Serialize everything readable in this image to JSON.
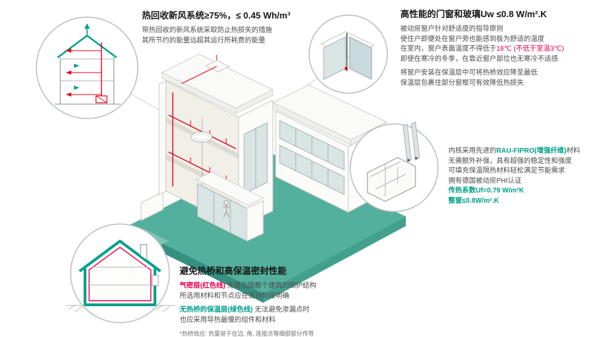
{
  "colors": {
    "green": "#00a08b",
    "red_text": "#e50051",
    "red_pipe": "#e2001a",
    "teal_top": "#53b09c",
    "teal_sideL": "#359080",
    "teal_sideR": "#41a18d"
  },
  "blocks": {
    "ventilation": {
      "title": "热回收新风系统≥75%，≤ 0.45 Wh/m³",
      "lines": [
        "带热回收的新风系统采取防止热损失的措施",
        "其所节约的能量远超其运行所耗费的能量"
      ]
    },
    "windows": {
      "title": "高性能的门窗和玻璃Uw ≤0.8 W/m².K",
      "line1": "被动房窗户针对舒适度的指导原则",
      "line2": "使住户即便处在窗户旁也能感到极为舒适的温度",
      "line3_prefix": "在室内，窗户表面温度不得低于",
      "line3_temp": "18℃",
      "line3_note": " (不低于室温3℃)",
      "line4": "即使在寒冷的冬季，在靠近窗户部位也无寒冷不适感",
      "line5": "将窗户安装在保温层中可将热桥效应降至最低",
      "line6": "保温层包裹住部分窗框可有效降低热损失"
    },
    "profile": {
      "line1_prefix": "内核采用先进的",
      "line1_highlight": "RAU-FIPRO(增强纤维)",
      "line1_suffix": "材料",
      "line2": "无需额外补强，具有超强的稳定性和强度",
      "line3": "可填充保温隔热材料轻松满足节能需求",
      "line4": "拥有德国被动房PHI认证",
      "line5": "传热系数Uf=0.79 W/m²K",
      "line6": "整窗≤0.8W/m².K"
    },
    "thermal": {
      "title": "避免热桥和高保温密封性能",
      "line1_highlight": "气密层(红色线)",
      "line1_rest": " 无缝包围整个建筑的围护结构",
      "line2": "所选用材料和节点应在设计阶段明确",
      "line3_highlight": "无热桥的保温层(绿色线)",
      "line3_rest": " 无法避免渗漏点时",
      "line4": "也应采用导热最慢的组件和材料",
      "footnote": "*热桥效应: 热量易于在边, 角, 连接点等细部部分传导"
    }
  }
}
